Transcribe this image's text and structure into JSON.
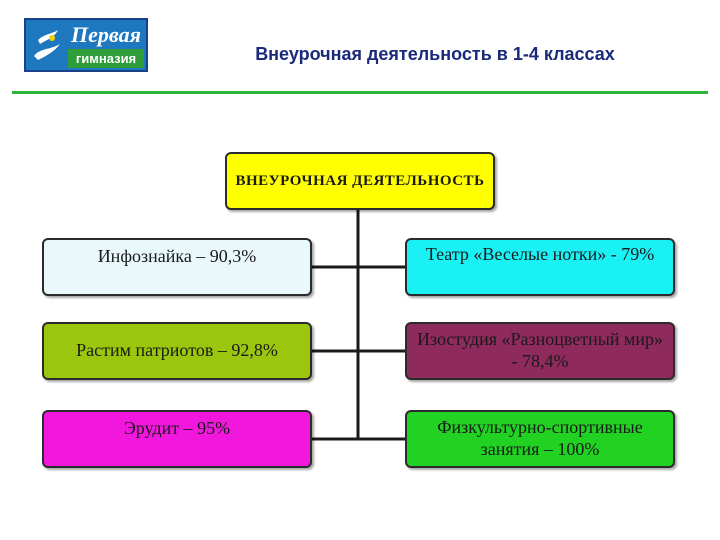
{
  "header": {
    "logo": {
      "line1": "Первая",
      "line2": "гимназия"
    },
    "title": "Внеурочная деятельность в 1-4 классах",
    "accent": "#2db53a"
  },
  "diagram": {
    "root": {
      "label": "ВНЕУРОЧНАЯ ДЕЯТЕЛЬНОСТЬ",
      "color": "#ffff00"
    },
    "items": [
      {
        "label": "Инфознайка – 90,3%",
        "color": "#e8f8fb"
      },
      {
        "label": "Театр «Веселые нотки» - 79%",
        "color": "#19f1f5"
      },
      {
        "label": "Растим патриотов – 92,8%",
        "color": "#9ac70e"
      },
      {
        "label": "Изостудия «Разноцветный мир» - 78,4%",
        "color": "#8e2a5c"
      },
      {
        "label": "Эрудит – 95%",
        "color": "#f217dd"
      },
      {
        "label": "Физкультурно-спортивные занятия – 100%",
        "color": "#22d222"
      }
    ]
  }
}
